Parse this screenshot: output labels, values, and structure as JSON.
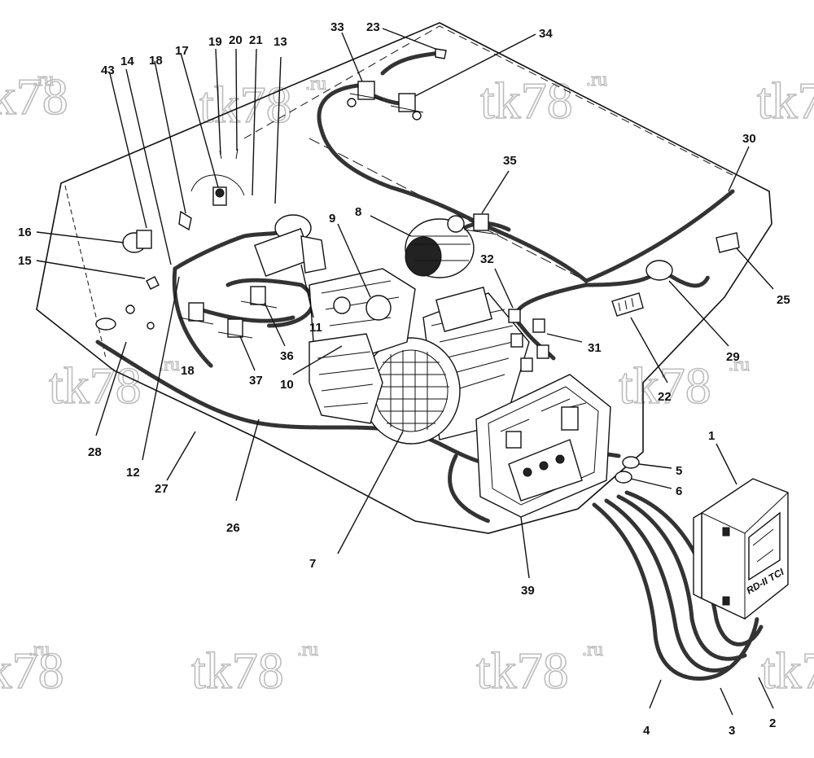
{
  "watermark": {
    "main": "tk78",
    "suffix": ".ru"
  },
  "panel_label": "RD-II TCI",
  "callouts": [
    {
      "id": "c1",
      "text": "1"
    },
    {
      "id": "c2",
      "text": "2"
    },
    {
      "id": "c3",
      "text": "3"
    },
    {
      "id": "c4",
      "text": "4"
    },
    {
      "id": "c5",
      "text": "5"
    },
    {
      "id": "c6",
      "text": "6"
    },
    {
      "id": "c7",
      "text": "7"
    },
    {
      "id": "c8",
      "text": "8"
    },
    {
      "id": "c9",
      "text": "9"
    },
    {
      "id": "c10",
      "text": "10"
    },
    {
      "id": "c11",
      "text": "11"
    },
    {
      "id": "c12",
      "text": "12"
    },
    {
      "id": "c13",
      "text": "13"
    },
    {
      "id": "c14",
      "text": "14"
    },
    {
      "id": "c15",
      "text": "15"
    },
    {
      "id": "c16",
      "text": "16"
    },
    {
      "id": "c17",
      "text": "17"
    },
    {
      "id": "c18",
      "text": "18"
    },
    {
      "id": "c18b",
      "text": "18"
    },
    {
      "id": "c19",
      "text": "19"
    },
    {
      "id": "c20",
      "text": "20"
    },
    {
      "id": "c21",
      "text": "21"
    },
    {
      "id": "c22",
      "text": "22"
    },
    {
      "id": "c23",
      "text": "23"
    },
    {
      "id": "c25",
      "text": "25"
    },
    {
      "id": "c26",
      "text": "26"
    },
    {
      "id": "c27",
      "text": "27"
    },
    {
      "id": "c28",
      "text": "28"
    },
    {
      "id": "c29",
      "text": "29"
    },
    {
      "id": "c30",
      "text": "30"
    },
    {
      "id": "c31",
      "text": "31"
    },
    {
      "id": "c32",
      "text": "32"
    },
    {
      "id": "c33",
      "text": "33"
    },
    {
      "id": "c34",
      "text": "34"
    },
    {
      "id": "c35",
      "text": "35"
    },
    {
      "id": "c36",
      "text": "36"
    },
    {
      "id": "c37",
      "text": "37"
    },
    {
      "id": "c39",
      "text": "39"
    },
    {
      "id": "c43",
      "text": "43"
    }
  ]
}
